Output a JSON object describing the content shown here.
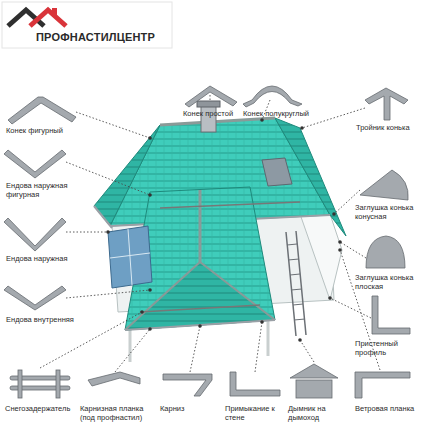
{
  "diagram": {
    "labels": [
      "ПРОФНАСТИЛЦЕНТР",
      "Конек фигурный",
      "Конек простой",
      "Конек полукруглый",
      "Тройник конька",
      "Заглушка конька конусная",
      "Заглушка конька плоская",
      "Пристенный профиль",
      "Ендова наружная фигурная",
      "Ендова наружная",
      "Ендова внутренняя",
      "Снегозадержатель",
      "Карнизная планка (под профнастил)",
      "Карниз",
      "Примыкание к стене",
      "Дымник на дымоход",
      "Ветровая планка"
    ]
  }
}
